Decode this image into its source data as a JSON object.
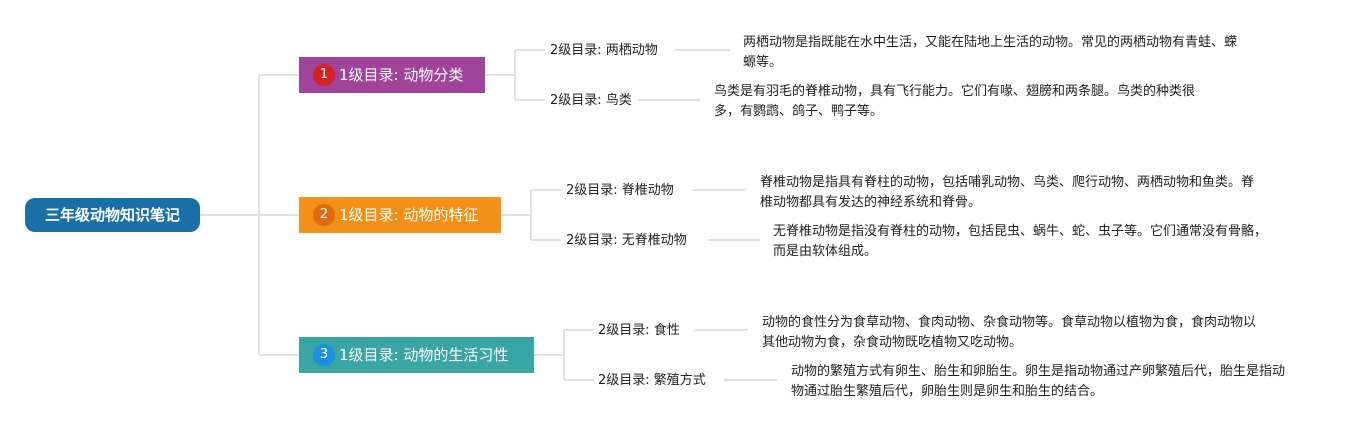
{
  "root": {
    "title": "三年级动物知识笔记"
  },
  "branches": [
    {
      "badge": "1",
      "title": "1级目录: 动物分类",
      "color": "#a0449a",
      "badge_color": "#d62222",
      "children": [
        {
          "label": "2级目录: 两栖动物",
          "desc": "两栖动物是指既能在水中生活，又能在陆地上生活的动物。常见的两栖动物有青蛙、蝾螈等。"
        },
        {
          "label": "2级目录: 鸟类",
          "desc": "鸟类是有羽毛的脊椎动物，具有飞行能力。它们有喙、翅膀和两条腿。鸟类的种类很多，有鹦鹉、鸽子、鸭子等。"
        }
      ]
    },
    {
      "badge": "2",
      "title": "1级目录: 动物的特征",
      "color": "#f39018",
      "badge_color": "#e06a10",
      "children": [
        {
          "label": "2级目录: 脊椎动物",
          "desc": "脊椎动物是指具有脊柱的动物，包括哺乳动物、鸟类、爬行动物、两栖动物和鱼类。脊椎动物都具有发达的神经系统和脊骨。"
        },
        {
          "label": "2级目录: 无脊椎动物",
          "desc": "无脊椎动物是指没有脊柱的动物，包括昆虫、蜗牛、蛇、虫子等。它们通常没有骨骼，而是由软体组成。"
        }
      ]
    },
    {
      "badge": "3",
      "title": "1级目录: 动物的生活习性",
      "color": "#3aa5a5",
      "badge_color": "#1e8fe0",
      "children": [
        {
          "label": "2级目录: 食性",
          "desc": "动物的食性分为食草动物、食肉动物、杂食动物等。食草动物以植物为食，食肉动物以其他动物为食，杂食动物既吃植物又吃动物。"
        },
        {
          "label": "2级目录: 繁殖方式",
          "desc": "动物的繁殖方式有卵生、胎生和卵胎生。卵生是指动物通过产卵繁殖后代，胎生是指动物通过胎生繁殖后代，卵胎生则是卵生和胎生的结合。"
        }
      ]
    }
  ],
  "connector_color": "#d7d7d7"
}
